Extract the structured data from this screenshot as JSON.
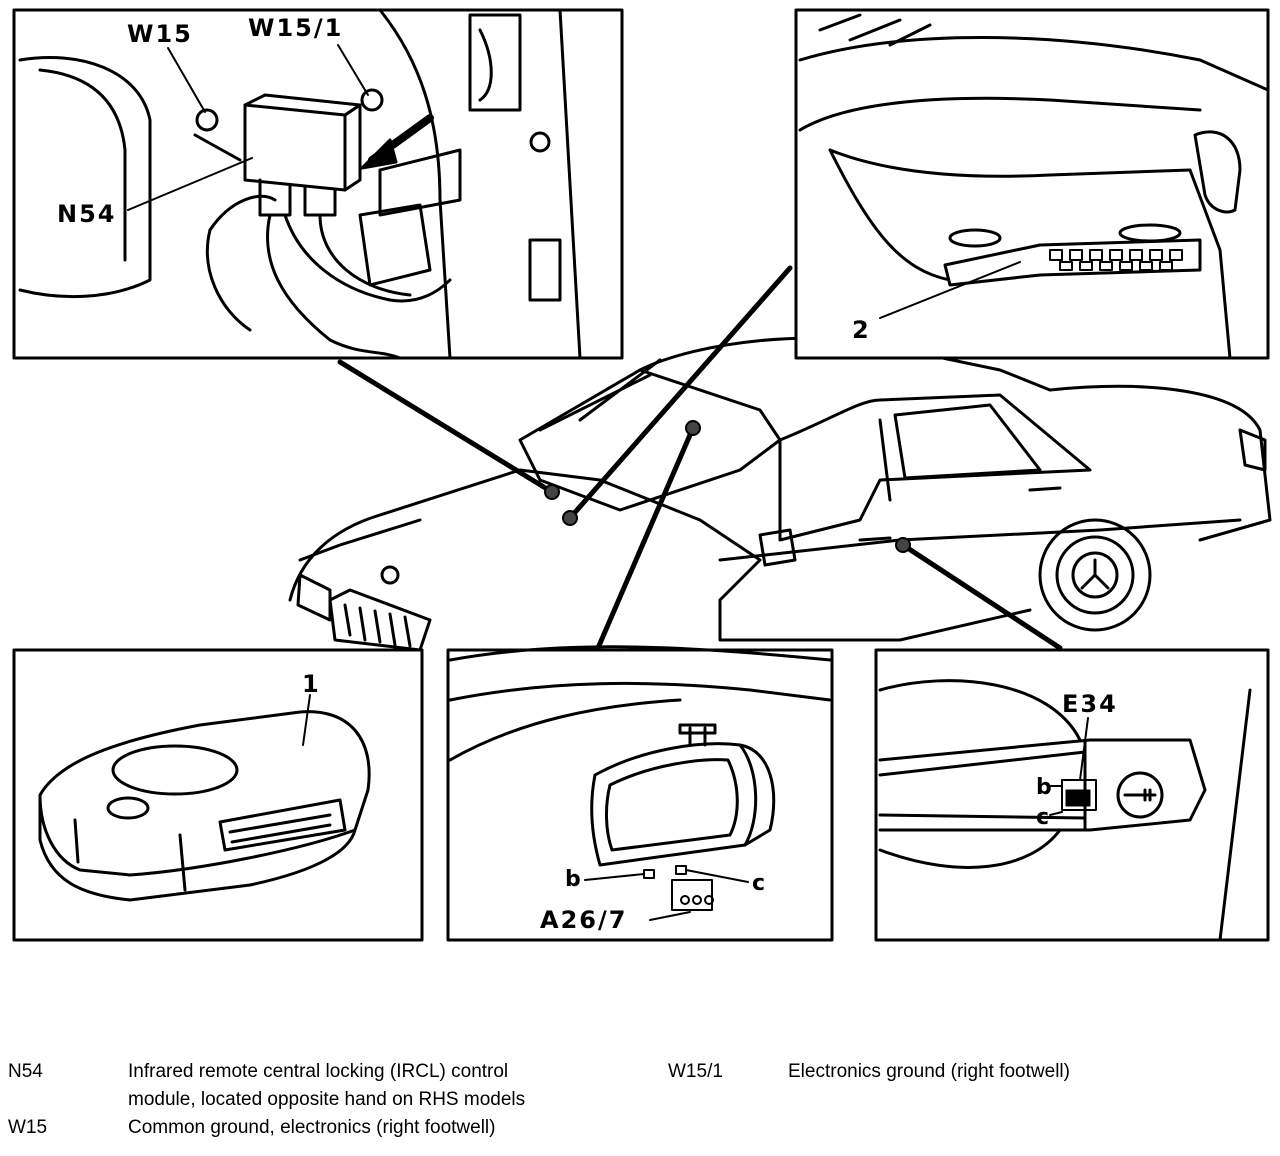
{
  "callouts": {
    "w15": "W15",
    "w15_1": "W15/1",
    "n54": "N54",
    "item2": "2",
    "item1": "1",
    "a26_7": "A26/7",
    "b": "b",
    "c": "c",
    "e34": "E34"
  },
  "legend": [
    {
      "code": "N54",
      "description_line1": "Infrared remote central locking (IRCL) control",
      "description_line2": "module, located opposite hand on RHS models"
    },
    {
      "code": "W15",
      "description_line1": "Common ground, electronics (right footwell)"
    },
    {
      "code": "W15/1",
      "description_line1": "Electronics ground (right footwell)"
    }
  ]
}
